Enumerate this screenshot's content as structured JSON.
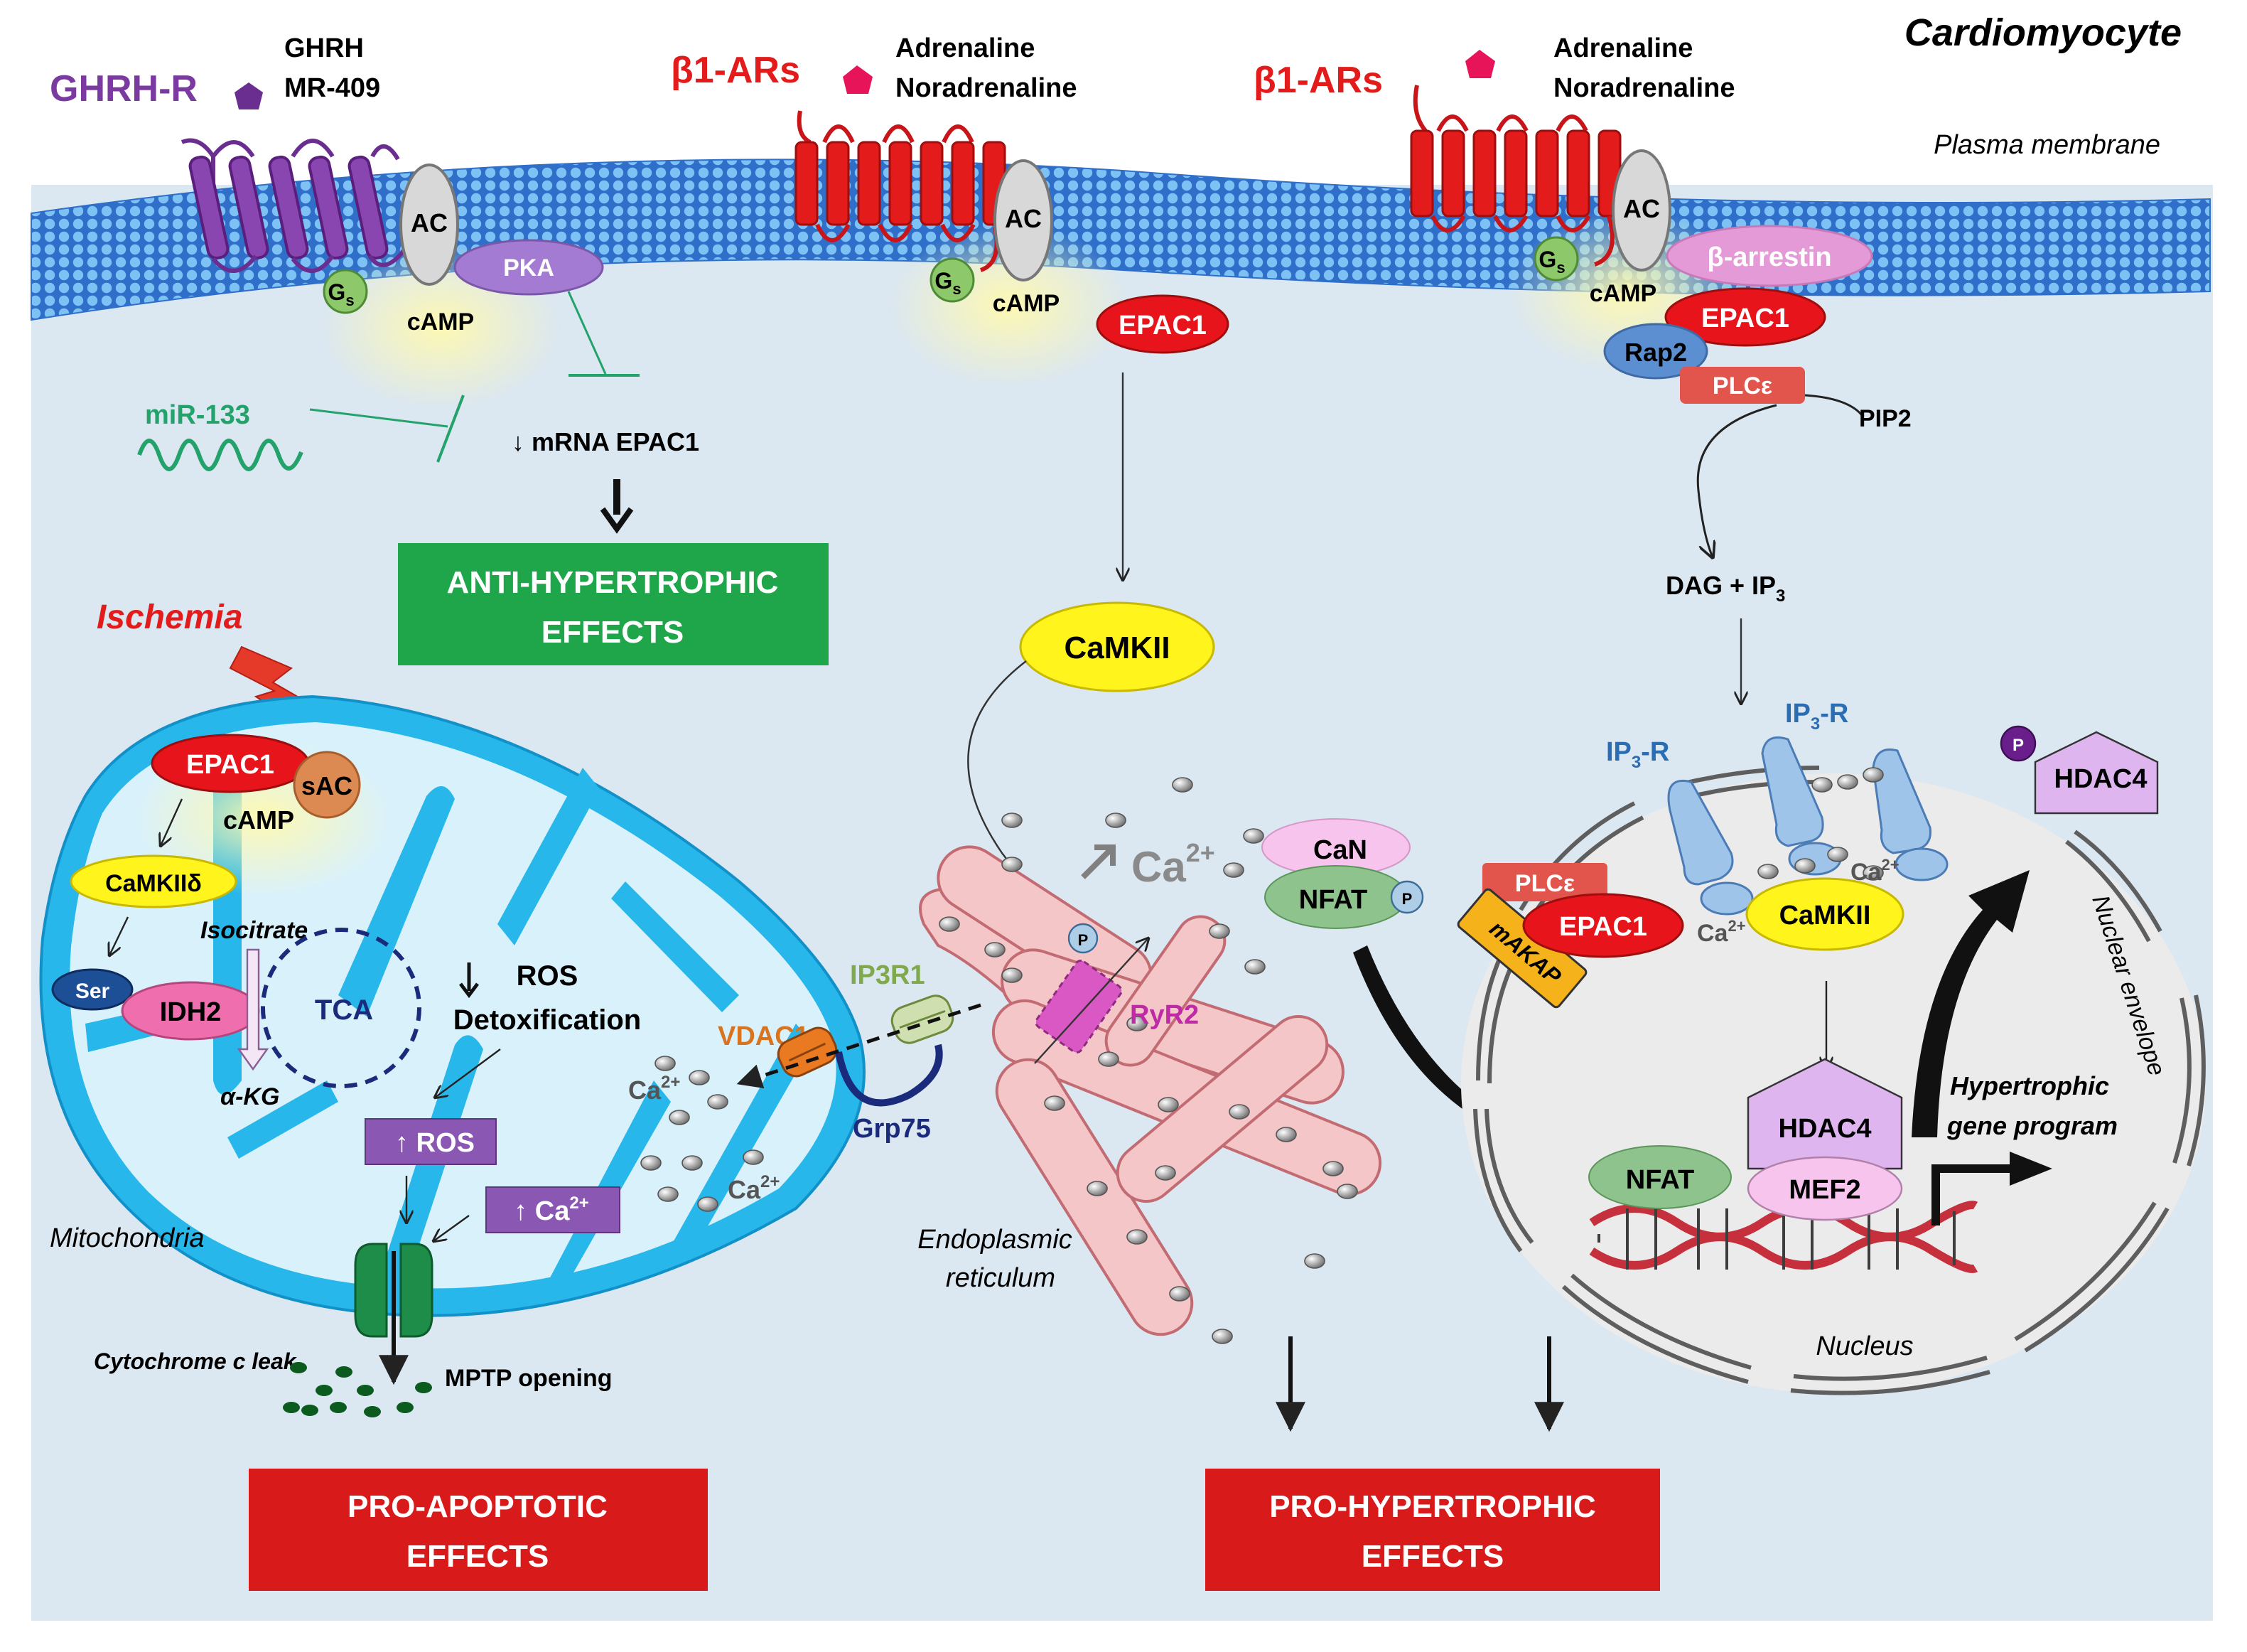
{
  "header": {
    "cell_title": "Cardiomyocyte",
    "membrane_label": "Plasma membrane"
  },
  "receptors": {
    "ghrh_r": "GHRH-R",
    "ghrh_ligand_1": "GHRH",
    "ghrh_ligand_2": "MR-409",
    "b1ar_1": "β1-ARs",
    "b1ar_2": "β1-ARs",
    "adrenaline": "Adrenaline",
    "noradrenaline": "Noradrenaline"
  },
  "membrane_proteins": {
    "ac": "AC",
    "gs": "G",
    "gs_sub": "s",
    "camp": "cAMP",
    "pka": "PKA",
    "epac1": "EPAC1",
    "b_arrestin": "β-arrestin",
    "rap2": "Rap2",
    "plce": "PLCε",
    "pip2": "PIP2"
  },
  "left_pathway": {
    "mir133": "miR-133",
    "mrna_epac1": "↓ mRNA EPAC1",
    "anti_hyper_1": "ANTI-HYPERTROPHIC",
    "anti_hyper_2": "EFFECTS"
  },
  "mito": {
    "ischemia": "Ischemia",
    "epac1": "EPAC1",
    "sac": "sAC",
    "camp": "cAMP",
    "camkii_delta": "CaMKIIδ",
    "ser": "Ser",
    "idh2": "IDH2",
    "isocitrate": "Isocitrate",
    "akg": "α-KG",
    "tca": "TCA",
    "ros_detox_1": "ROS",
    "ros_detox_2": "Detoxification",
    "ros_up": "ROS",
    "ca_up": "Ca",
    "ca_sup": "2+",
    "mito_label": "Mitochondria",
    "cyto_c": "Cytochrome c leak",
    "mptp": "MPTP opening",
    "vdac1": "VDAC1",
    "ip3r1": "IP3R1",
    "grp75": "Grp75",
    "ca_1": "Ca",
    "ca_2": "Ca",
    "pro_apop_1": "PRO-APOPTOTIC",
    "pro_apop_2": "EFFECTS"
  },
  "center": {
    "camkii": "CaMKII",
    "ca_big": "Ca",
    "ca_big_sup": "2+",
    "can": "CaN",
    "nfat": "NFAT",
    "p": "P",
    "ryr2": "RyR2",
    "er_1": "Endoplasmic",
    "er_2": "reticulum",
    "pro_hyper_1": "PRO-HYPERTROPHIC",
    "pro_hyper_2": "EFFECTS"
  },
  "nucleus": {
    "dag_ip3": "DAG  +  IP",
    "ip3_sub": "3",
    "ip3r_a": "IP",
    "ip3r_b": "IP",
    "ip3r_sub": "3",
    "ip3r_suffix": "-R",
    "plce": "PLCε",
    "epac1": "EPAC1",
    "makap": "mAKAP",
    "camkii": "CaMKII",
    "ca_1": "Ca",
    "ca_2": "Ca",
    "ca_sup": "2+",
    "hdac4_out": "HDAC4",
    "p": "P",
    "hdac4_in": "HDAC4",
    "mef2": "MEF2",
    "nfat": "NFAT",
    "hyper_gene_1": "Hypertrophic",
    "hyper_gene_2": "gene program",
    "nuclear_envelope": "Nuclear envelope",
    "nucleus_label": "Nucleus"
  },
  "colors": {
    "membrane": "#5a9be0",
    "cytoplasm": "#dbe7f1",
    "receptor_red": "#e31b1b",
    "receptor_purple": "#7a3aa0",
    "epac_red": "#e8141c",
    "green_box": "#1fa64a",
    "red_box": "#d91a1a",
    "camkii_yellow": "#fff51c",
    "mito_blue": "#27b7ea"
  }
}
